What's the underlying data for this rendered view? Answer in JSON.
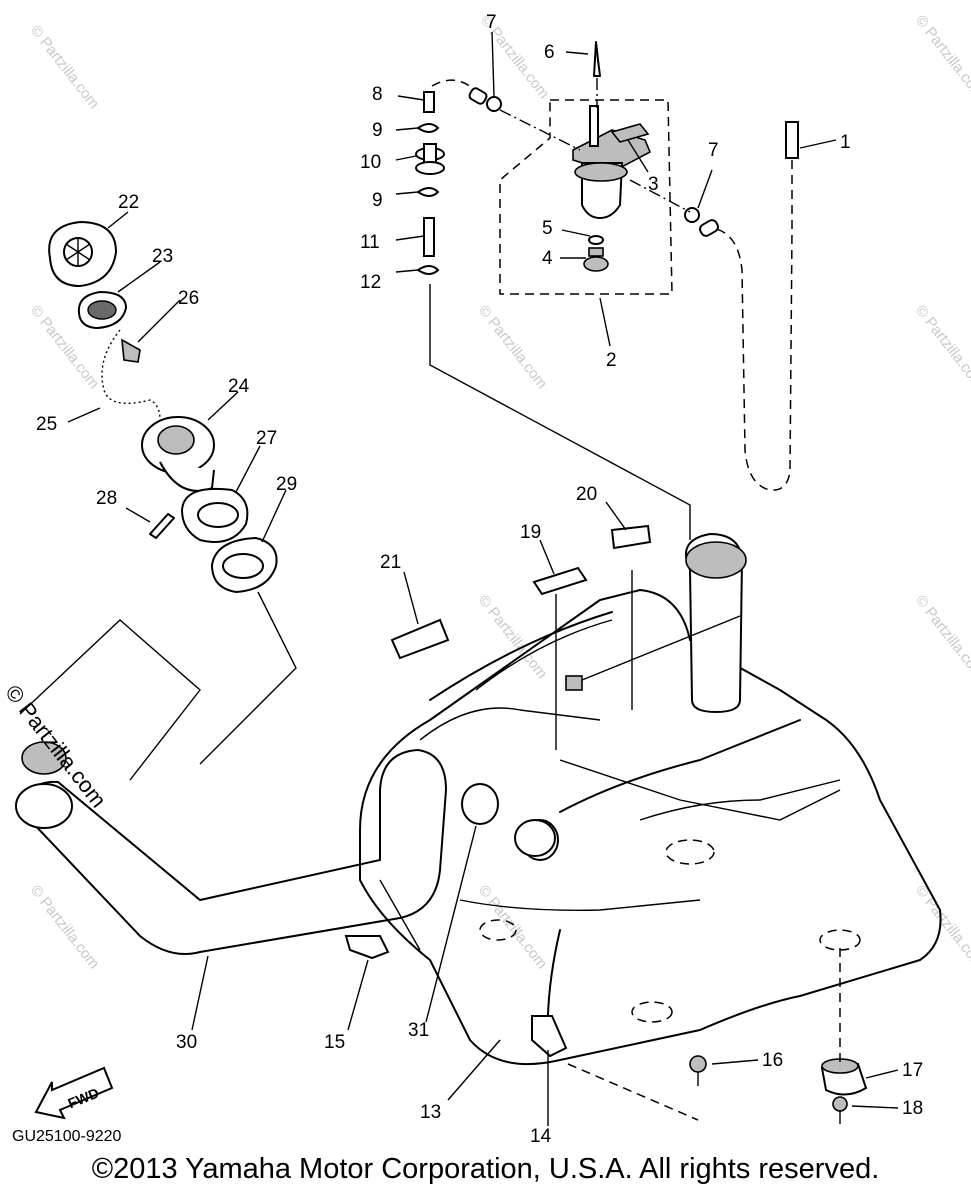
{
  "diagram": {
    "watermark_text": "© Partzilla.com",
    "fwd_label": "FWD",
    "code": "GU25100-9220",
    "copyright": "©2013 Yamaha Motor Corporation, U.S.A. All rights reserved."
  },
  "callouts": [
    "1",
    "2",
    "3",
    "4",
    "5",
    "6",
    "7",
    "7",
    "8",
    "9",
    "9",
    "10",
    "11",
    "12",
    "13",
    "14",
    "15",
    "16",
    "17",
    "18",
    "19",
    "20",
    "21",
    "22",
    "23",
    "24",
    "25",
    "26",
    "27",
    "28",
    "29",
    "30",
    "31"
  ]
}
